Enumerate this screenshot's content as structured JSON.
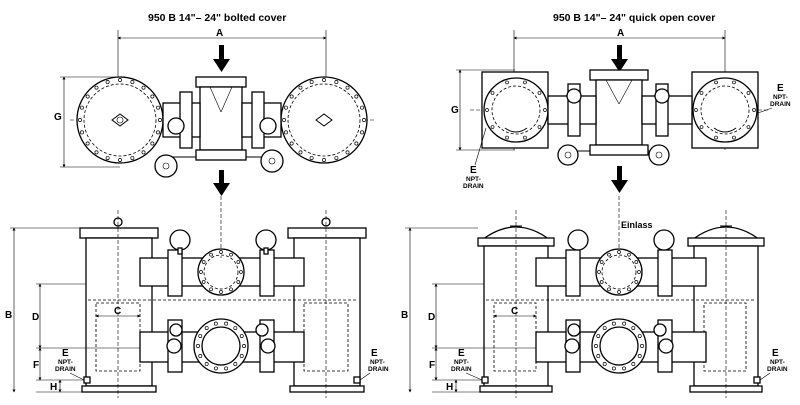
{
  "left": {
    "title": "950 B  14\"– 24\" bolted cover",
    "dim_A": "A",
    "dim_G": "G",
    "dim_B": "B",
    "dim_C": "C",
    "dim_D": "D",
    "dim_F": "F",
    "dim_H": "H",
    "drain_left_E": "E",
    "drain_left_npt": "NPT-",
    "drain_left_drain": "DRAIN",
    "drain_right_E": "E",
    "drain_right_npt": "NPT-",
    "drain_right_drain": "DRAIN"
  },
  "right": {
    "title": "950 B  14\"– 24\" quick open cover",
    "dim_A": "A",
    "dim_G": "G",
    "dim_B": "B",
    "dim_C": "C",
    "dim_D": "D",
    "dim_F": "F",
    "dim_H": "H",
    "inlet": "Einlass",
    "top_drain_right_E": "E",
    "top_drain_right_npt": "NPT-",
    "top_drain_right_drain": "DRAIN",
    "top_drain_left_E": "E",
    "top_drain_left_npt": "NPT-",
    "top_drain_left_drain": "DRAIN",
    "drain_left_E": "E",
    "drain_left_npt": "NPT-",
    "drain_left_drain": "DRAIN",
    "drain_right_E": "E",
    "drain_right_npt": "NPT-",
    "drain_right_drain": "DRAIN"
  }
}
